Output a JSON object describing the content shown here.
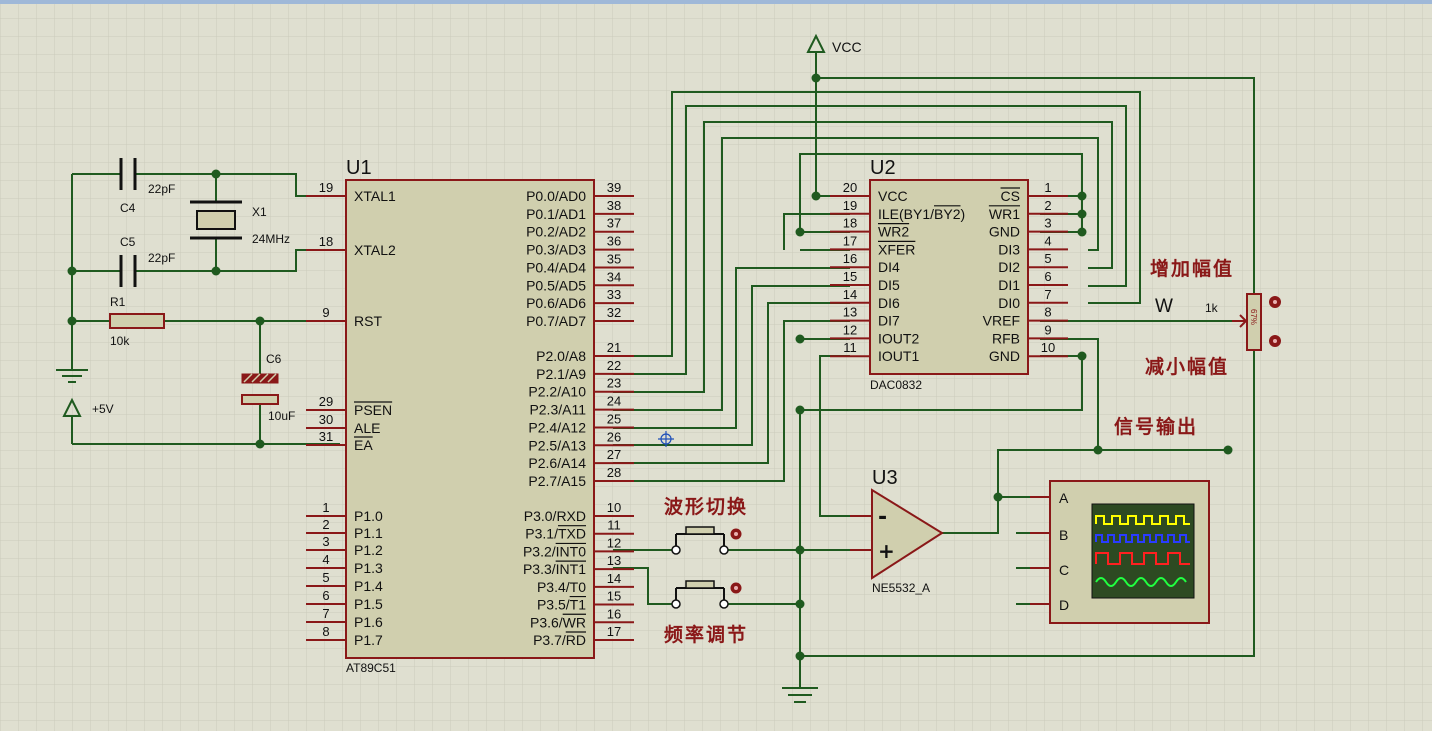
{
  "colors": {
    "background": "#dfdfd0",
    "grid": "#cbcbbb",
    "wire": "#1f5a1f",
    "body": "#d0cfae",
    "outline": "#8a1818",
    "junction": "#1f5a1f"
  },
  "u1": {
    "ref": "U1",
    "part": "AT89C51",
    "left_pins": [
      {
        "num": "19",
        "name": "XTAL1"
      },
      {
        "num": "18",
        "name": "XTAL2"
      },
      {
        "num": "9",
        "name": "RST"
      },
      {
        "num": "29",
        "name": "PSEN"
      },
      {
        "num": "30",
        "name": "ALE"
      },
      {
        "num": "31",
        "name": "EA"
      },
      {
        "num": "1",
        "name": "P1.0"
      },
      {
        "num": "2",
        "name": "P1.1"
      },
      {
        "num": "3",
        "name": "P1.2"
      },
      {
        "num": "4",
        "name": "P1.3"
      },
      {
        "num": "5",
        "name": "P1.4"
      },
      {
        "num": "6",
        "name": "P1.5"
      },
      {
        "num": "7",
        "name": "P1.6"
      },
      {
        "num": "8",
        "name": "P1.7"
      }
    ],
    "right_pins": [
      {
        "num": "39",
        "name": "P0.0/AD0"
      },
      {
        "num": "38",
        "name": "P0.1/AD1"
      },
      {
        "num": "37",
        "name": "P0.2/AD2"
      },
      {
        "num": "36",
        "name": "P0.3/AD3"
      },
      {
        "num": "35",
        "name": "P0.4/AD4"
      },
      {
        "num": "34",
        "name": "P0.5/AD5"
      },
      {
        "num": "33",
        "name": "P0.6/AD6"
      },
      {
        "num": "32",
        "name": "P0.7/AD7"
      },
      {
        "num": "21",
        "name": "P2.0/A8"
      },
      {
        "num": "22",
        "name": "P2.1/A9"
      },
      {
        "num": "23",
        "name": "P2.2/A10"
      },
      {
        "num": "24",
        "name": "P2.3/A11"
      },
      {
        "num": "25",
        "name": "P2.4/A12"
      },
      {
        "num": "26",
        "name": "P2.5/A13"
      },
      {
        "num": "27",
        "name": "P2.6/A14"
      },
      {
        "num": "28",
        "name": "P2.7/A15"
      },
      {
        "num": "10",
        "name": "P3.0/RXD"
      },
      {
        "num": "11",
        "name": "P3.1/TXD"
      },
      {
        "num": "12",
        "name": "P3.2/INT0"
      },
      {
        "num": "13",
        "name": "P3.3/INT1"
      },
      {
        "num": "14",
        "name": "P3.4/T0"
      },
      {
        "num": "15",
        "name": "P3.5/T1"
      },
      {
        "num": "16",
        "name": "P3.6/WR"
      },
      {
        "num": "17",
        "name": "P3.7/RD"
      }
    ]
  },
  "u2": {
    "ref": "U2",
    "part": "DAC0832",
    "left_pins": [
      {
        "num": "20",
        "name": "VCC"
      },
      {
        "num": "19",
        "name": "ILE(BY1/BY2)"
      },
      {
        "num": "18",
        "name": "WR2"
      },
      {
        "num": "17",
        "name": "XFER"
      },
      {
        "num": "16",
        "name": "DI4"
      },
      {
        "num": "15",
        "name": "DI5"
      },
      {
        "num": "14",
        "name": "DI6"
      },
      {
        "num": "13",
        "name": "DI7"
      },
      {
        "num": "12",
        "name": "IOUT2"
      },
      {
        "num": "11",
        "name": "IOUT1"
      }
    ],
    "right_pins": [
      {
        "num": "1",
        "name": "CS"
      },
      {
        "num": "2",
        "name": "WR1"
      },
      {
        "num": "3",
        "name": "GND"
      },
      {
        "num": "4",
        "name": "DI3"
      },
      {
        "num": "5",
        "name": "DI2"
      },
      {
        "num": "6",
        "name": "DI1"
      },
      {
        "num": "7",
        "name": "DI0"
      },
      {
        "num": "8",
        "name": "VREF"
      },
      {
        "num": "9",
        "name": "RFB"
      },
      {
        "num": "10",
        "name": "GND"
      }
    ]
  },
  "u3": {
    "ref": "U3",
    "part": "NE5532_A",
    "minus": "-",
    "plus": "+"
  },
  "parts": {
    "c4": {
      "ref": "C4",
      "value": "22pF"
    },
    "c5": {
      "ref": "C5",
      "value": "22pF"
    },
    "x1": {
      "ref": "X1",
      "value": "24MHz"
    },
    "r1": {
      "ref": "R1",
      "value": "10k"
    },
    "c6": {
      "ref": "C6",
      "value": "10uF"
    },
    "pot": {
      "value": "1k",
      "wiper_label": "W",
      "percent": "67%"
    }
  },
  "power": {
    "vcc": "VCC",
    "plus5v": "+5V"
  },
  "annotations": {
    "waveform_switch": "波形切换",
    "frequency_adjust": "频率调节",
    "increase_amplitude": "增加幅值",
    "decrease_amplitude": "减小幅值",
    "signal_output": "信号输出"
  },
  "scope": {
    "channels": [
      "A",
      "B",
      "C",
      "D"
    ]
  }
}
